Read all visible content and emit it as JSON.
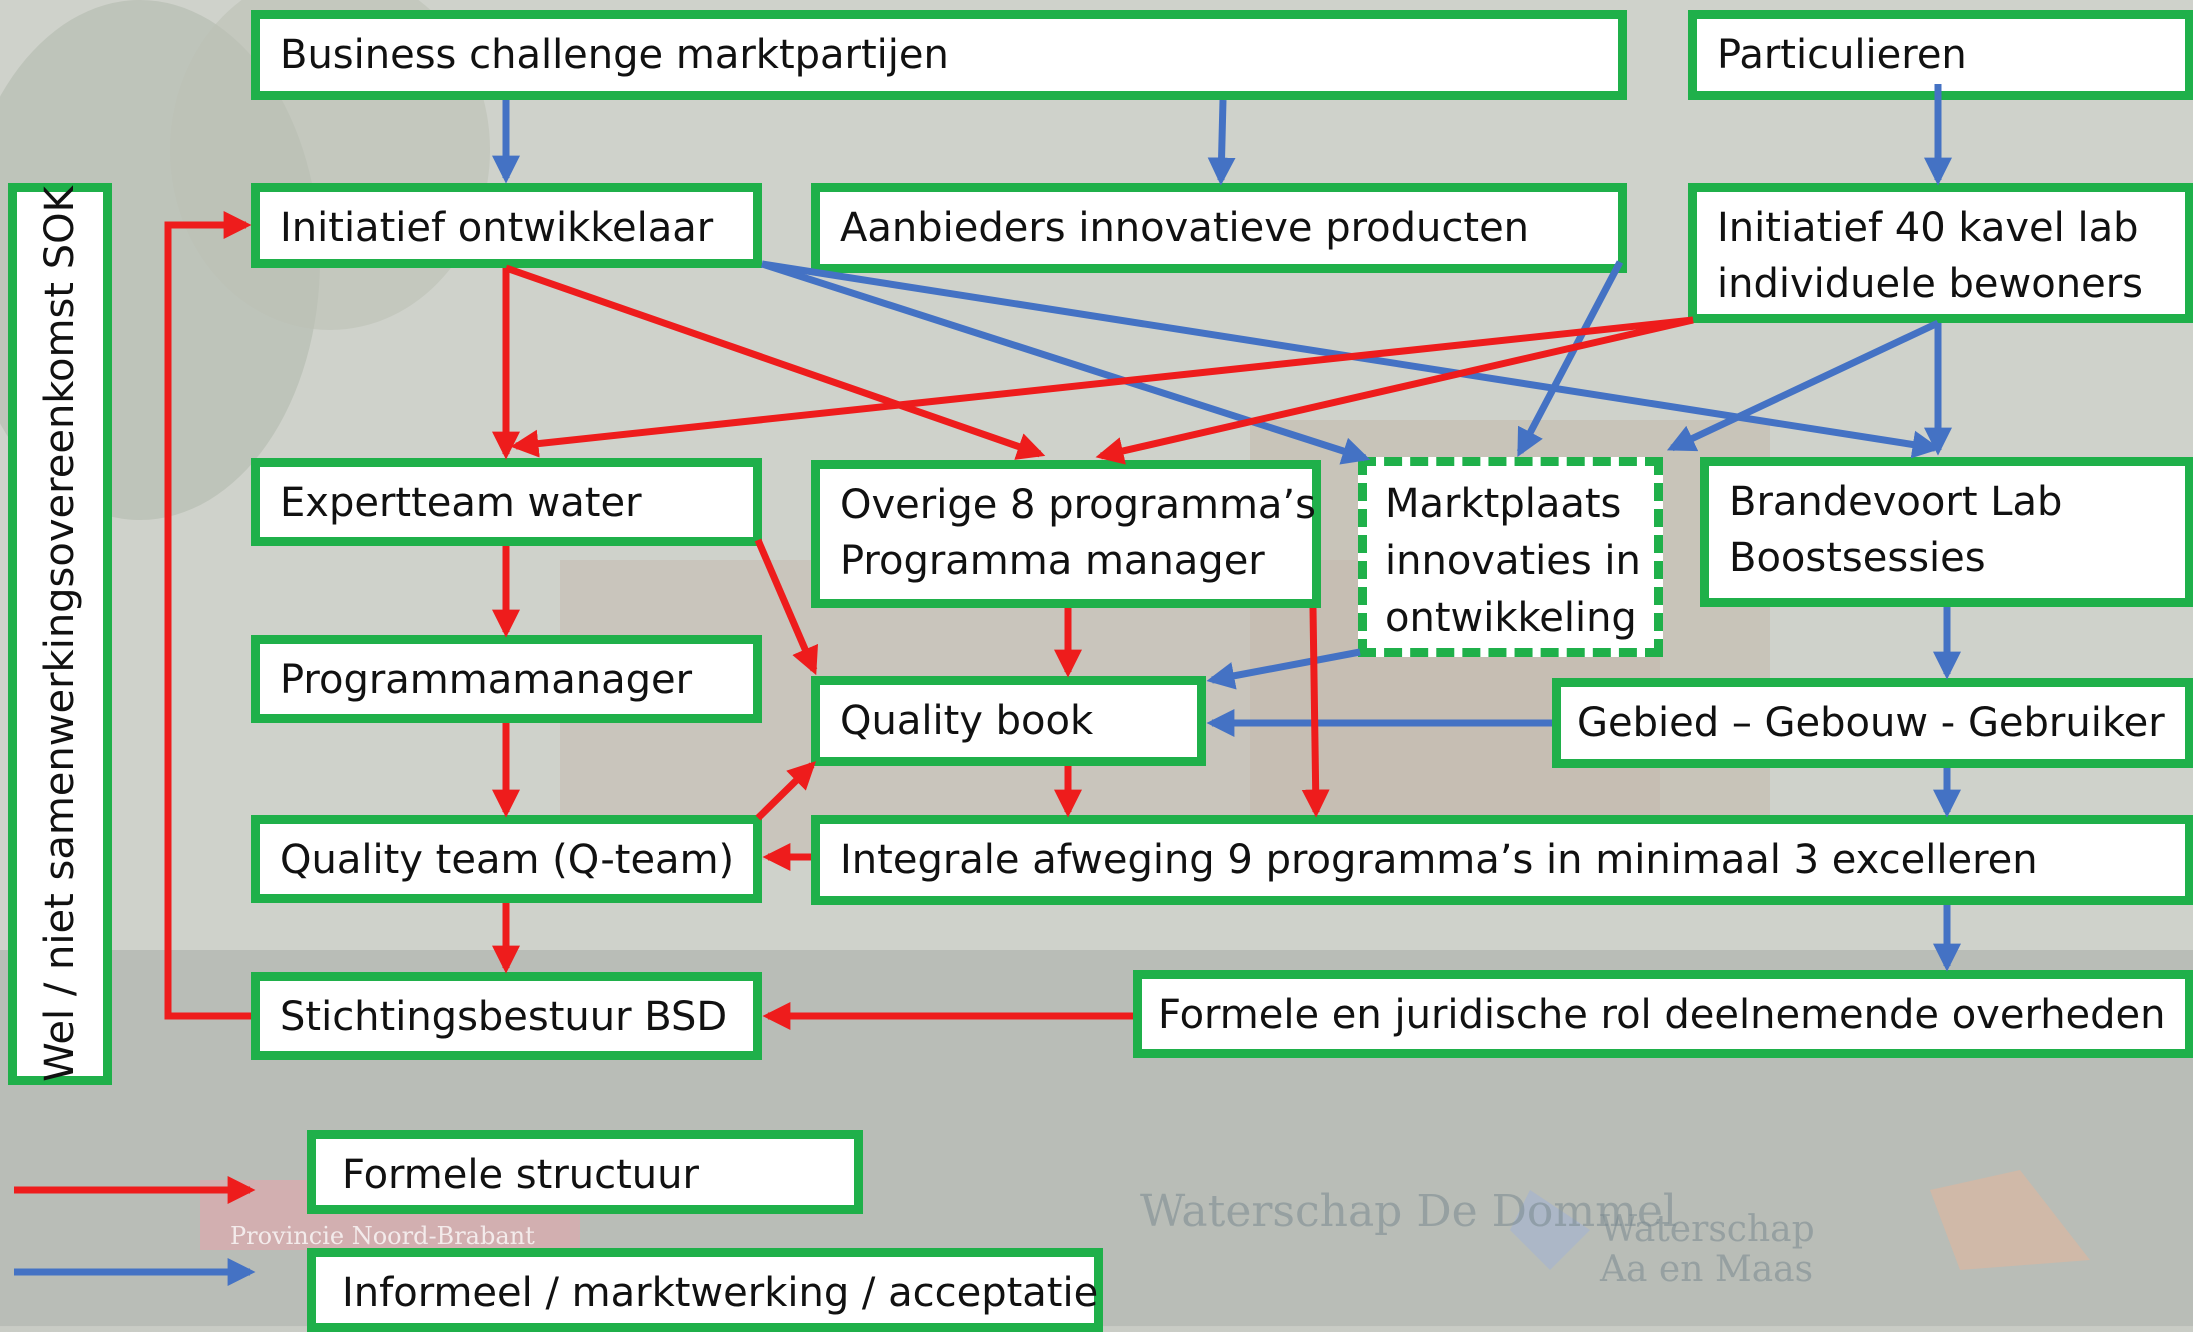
{
  "boxes": {
    "business": "Business challenge marktpartijen",
    "particulieren": "Particulieren",
    "initiatief_ontwikkelaar": "Initiatief ontwikkelaar",
    "aanbieders": "Aanbieders innovatieve producten",
    "kavel_lab_line1": "Initiatief 40 kavel lab",
    "kavel_lab_line2": "individuele bewoners",
    "expertteam": "Expertteam water",
    "overige_line1": "Overige 8 programma’s",
    "overige_line2": "Programma manager",
    "marktplaats_line1": "Marktplaats",
    "marktplaats_line2": "innovaties in",
    "marktplaats_line3": "ontwikkeling",
    "brandevoort_line1": "Brandevoort Lab",
    "brandevoort_line2": "Boostsessies",
    "programmamanager": "Programmamanager",
    "quality_book": "Quality book",
    "gebied": "Gebied – Gebouw - Gebruiker",
    "quality_team": "Quality team (Q-team)",
    "integrale": "Integrale afweging 9 programma’s in minimaal 3 excelleren",
    "stichtingsbestuur": "Stichtingsbestuur BSD",
    "formele_rol": "Formele en juridische rol deelnemende overheden",
    "sok": "Wel / niet samenwerkingsovereenkomst SOK"
  },
  "legend": {
    "formal": "Formele structuur",
    "informal": "Informeel / marktwerking / acceptatie"
  },
  "background_logos": {
    "waterschap_dommel": "Waterschap De Dommel",
    "waterschap_aa_maas": "Waterschap Aa en Maas",
    "provincie": "Provincie Noord-Brabant"
  },
  "colors": {
    "box_border": "#1fb04a",
    "formal_arrow": "#ee1c1c",
    "informal_arrow": "#4472c4"
  }
}
